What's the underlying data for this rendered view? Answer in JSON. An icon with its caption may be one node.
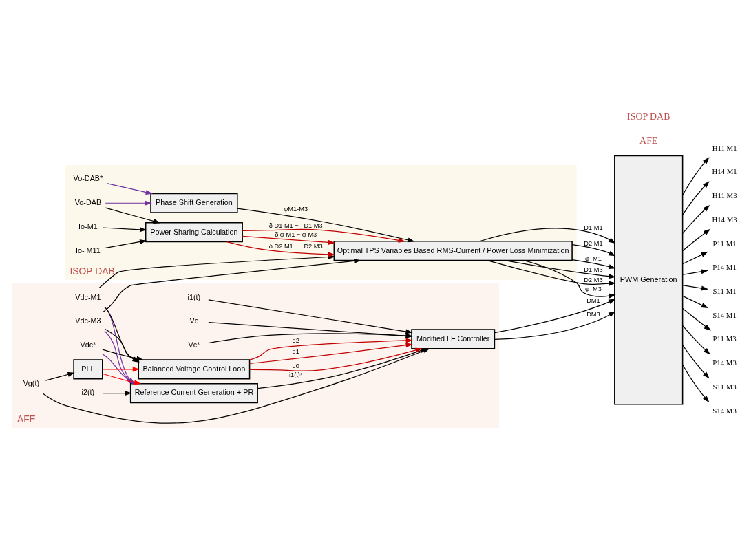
{
  "diagram": {
    "nodes": [
      {
        "text": [
          "AFE"
        ]
      },
      {
        "text": [
          "Vdc-M1"
        ],
        "in": 0
      },
      {
        "text": [
          "Vdc-M3"
        ],
        "in": 0
      },
      {
        "text": [
          "Vdc*"
        ],
        "in": 0
      },
      {
        "text": [
          "Vg(t)"
        ],
        "in": 0
      },
      {
        "text": [
          "i2(t)"
        ],
        "in": 0
      },
      {
        "text": [
          "Reference Current Generation + PR"
        ],
        "in": 0
      },
      {
        "text": [
          "PLL"
        ],
        "in": 0
      },
      {
        "text": [
          "Balanced Voltage Control Loop"
        ],
        "in": 0
      },
      {
        "text": [
          "i1(t)"
        ],
        "in": 0
      },
      {
        "text": [
          "Vc"
        ],
        "in": 0
      },
      {
        "text": [
          "Vc*"
        ],
        "in": 0
      },
      {
        "text": [
          "Modified LF Controller"
        ],
        "in": 0
      },
      {
        "text": [
          "ISOP DAB"
        ]
      },
      {
        "text": [
          "Vo-DAB*"
        ],
        "in": 13
      },
      {
        "text": [
          "Vo-DAB"
        ],
        "in": 13
      },
      {
        "text": [
          "Phase Shift Generation"
        ],
        "in": 13
      },
      {
        "text": [
          "Optimal TPS Variables Based RMS-Current / Power Loss Minimization"
        ],
        "in": 13
      },
      {
        "text": [
          "Io-M1"
        ],
        "in": 13
      },
      {
        "text": [
          "Io- M11"
        ],
        "in": 13
      },
      {
        "text": [
          "Power Sharing Calculation"
        ],
        "in": 13
      },
      {
        "text": [
          "PWM Generation"
        ]
      },
      {
        "text": [
          "H11 M1"
        ]
      },
      {
        "text": [
          "H14 M1"
        ]
      },
      {
        "text": [
          "H11 M3"
        ]
      },
      {
        "text": [
          "H14 M3"
        ]
      },
      {
        "text": [
          "P11 M1"
        ]
      },
      {
        "text": [
          "P14 M1"
        ]
      },
      {
        "text": [
          "S11 M1"
        ]
      },
      {
        "text": [
          "S14 M1"
        ]
      },
      {
        "text": [
          "P11 M3"
        ]
      },
      {
        "text": [
          "P14 M3"
        ]
      },
      {
        "text": [
          "S11 M3"
        ]
      },
      {
        "text": [
          "S14 M3"
        ]
      }
    ],
    "edges": [
      {
        "from": 1,
        "to": 6,
        "arrow": "to",
        "color": "#7030a0"
      },
      {
        "from": 2,
        "to": 6,
        "arrow": "to",
        "color": "#7030a0"
      },
      {
        "from": 3,
        "to": 6,
        "arrow": "to",
        "color": "#7030a0"
      },
      {
        "from": 5,
        "to": 6,
        "arrow": "to"
      },
      {
        "from": 4,
        "to": 7,
        "arrow": "to"
      },
      {
        "from": 4,
        "to": 12,
        "arrow": "to"
      },
      {
        "from": 3,
        "to": 8,
        "arrow": "to"
      },
      {
        "from": 1,
        "to": 8,
        "arrow": "to"
      },
      {
        "from": 2,
        "to": 8,
        "arrow": "to"
      },
      {
        "from": 7,
        "to": 6,
        "arrow": "to",
        "color": "#ff0000"
      },
      {
        "from": 7,
        "to": 8,
        "arrow": "to",
        "color": "#ff0000"
      },
      {
        "from": 6,
        "to": 12,
        "arrow": "to",
        "label": "i1(t)*"
      },
      {
        "from": 9,
        "to": 12,
        "arrow": "to"
      },
      {
        "from": 10,
        "to": 12,
        "arrow": "to"
      },
      {
        "from": 11,
        "to": 12,
        "arrow": "to"
      },
      {
        "from": 8,
        "to": 12,
        "arrow": "to",
        "label": "d0",
        "color": "#c00000"
      },
      {
        "from": 8,
        "to": 12,
        "arrow": "to",
        "label": "d1",
        "color": "#c00000"
      },
      {
        "from": 8,
        "to": 12,
        "arrow": "to",
        "label": "d2",
        "color": "#c00000"
      },
      {
        "from": 12,
        "to": 21,
        "arrow": "to",
        "label": "DM1"
      },
      {
        "from": 12,
        "to": 21,
        "arrow": "to",
        "label": "DM3"
      },
      {
        "from": 14,
        "to": 16,
        "arrow": "to",
        "color": "#7030a0"
      },
      {
        "from": 15,
        "to": 16,
        "arrow": "to",
        "color": "#7030a0"
      },
      {
        "from": 16,
        "to": 17,
        "arrow": "to",
        "label": "φM1-M3"
      },
      {
        "from": 1,
        "to": 17,
        "arrow": "to"
      },
      {
        "from": 2,
        "to": 17,
        "arrow": "to"
      },
      {
        "from": 15,
        "to": 20,
        "arrow": "to"
      },
      {
        "from": 18,
        "to": 20,
        "arrow": "to"
      },
      {
        "from": 19,
        "to": 20,
        "arrow": "to"
      },
      {
        "from": 20,
        "to": 17,
        "arrow": "to",
        "label": "δ D1 M1 −   D1 M3",
        "color": "#c00000"
      },
      {
        "from": 20,
        "to": 17,
        "arrow": "to",
        "label": "δ D2 M1 −   D2 M3",
        "color": "#c00000"
      },
      {
        "from": 20,
        "to": 17,
        "arrow": "to",
        "label": "δ φ M1 − φ M3",
        "color": "#c00000"
      },
      {
        "from": 17,
        "to": 21,
        "arrow": "to",
        "label": "D1 M1"
      },
      {
        "from": 17,
        "to": 21,
        "arrow": "to",
        "label": "D2 M1"
      },
      {
        "from": 17,
        "to": 21,
        "arrow": "to",
        "label": "φ  M1"
      },
      {
        "from": 17,
        "to": 21,
        "arrow": "to",
        "label": "D1 M3"
      },
      {
        "from": 17,
        "to": 21,
        "arrow": "to",
        "label": "D2 M3"
      },
      {
        "from": 17,
        "to": 21,
        "arrow": "to",
        "label": "φ  M3"
      },
      {
        "from": 21,
        "to": 22,
        "arrow": "to"
      },
      {
        "from": 21,
        "to": 23,
        "arrow": "to"
      },
      {
        "from": 21,
        "to": 24,
        "arrow": "to"
      },
      {
        "from": 21,
        "to": 25,
        "arrow": "to"
      },
      {
        "from": 21,
        "to": 26,
        "arrow": "to"
      },
      {
        "from": 21,
        "to": 27,
        "arrow": "to"
      },
      {
        "from": 21,
        "to": 28,
        "arrow": "to"
      },
      {
        "from": 21,
        "to": 29,
        "arrow": "to"
      },
      {
        "from": 21,
        "to": 30,
        "arrow": "to"
      },
      {
        "from": 21,
        "to": 31,
        "arrow": "to"
      },
      {
        "from": 21,
        "to": 32,
        "arrow": "to"
      },
      {
        "from": 21,
        "to": 33,
        "arrow": "to"
      }
    ],
    "labels": [
      "AFE",
      "ISOP DAB"
    ]
  }
}
